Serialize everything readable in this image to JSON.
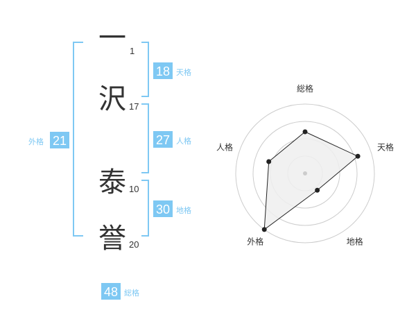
{
  "name": {
    "characters": [
      {
        "char": "一",
        "strokes": "1"
      },
      {
        "char": "沢",
        "strokes": "17"
      },
      {
        "char": "泰",
        "strokes": "10"
      },
      {
        "char": "誉",
        "strokes": "20"
      }
    ]
  },
  "fortunes": {
    "tenkaku": {
      "value": "18",
      "label": "天格"
    },
    "jinkaku": {
      "value": "27",
      "label": "人格"
    },
    "chikaku": {
      "value": "30",
      "label": "地格"
    },
    "gaikaku": {
      "value": "21",
      "label": "外格"
    },
    "soukaku": {
      "value": "48",
      "label": "総格"
    }
  },
  "colors": {
    "accent": "#7ec8f3",
    "text": "#333333",
    "grid": "#cccccc",
    "polygon_fill": "#eeeeee",
    "polygon_stroke": "#222222"
  },
  "chart_data": {
    "type": "radar",
    "axes": [
      "総格",
      "天格",
      "地格",
      "外格",
      "人格"
    ],
    "values": [
      0.6,
      0.8,
      0.3,
      1.0,
      0.55
    ],
    "range": [
      0,
      1
    ],
    "rings": 4
  }
}
